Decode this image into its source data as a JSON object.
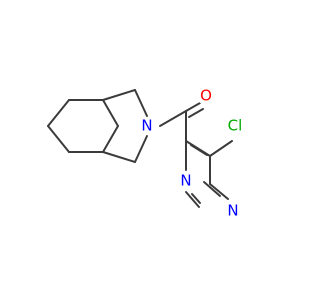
{
  "atoms": {
    "O": {
      "label": "O",
      "color": "#ff0000"
    },
    "N_amide": {
      "label": "N",
      "color": "#0000ff"
    },
    "N_ring_left": {
      "label": "N",
      "color": "#0000ff"
    },
    "N_ring_bottom": {
      "label": "N",
      "color": "#0000ff"
    },
    "Cl": {
      "label": "Cl",
      "color": "#00aa00"
    }
  },
  "bond_color": "#3b3b3b",
  "background": "#ffffff"
}
